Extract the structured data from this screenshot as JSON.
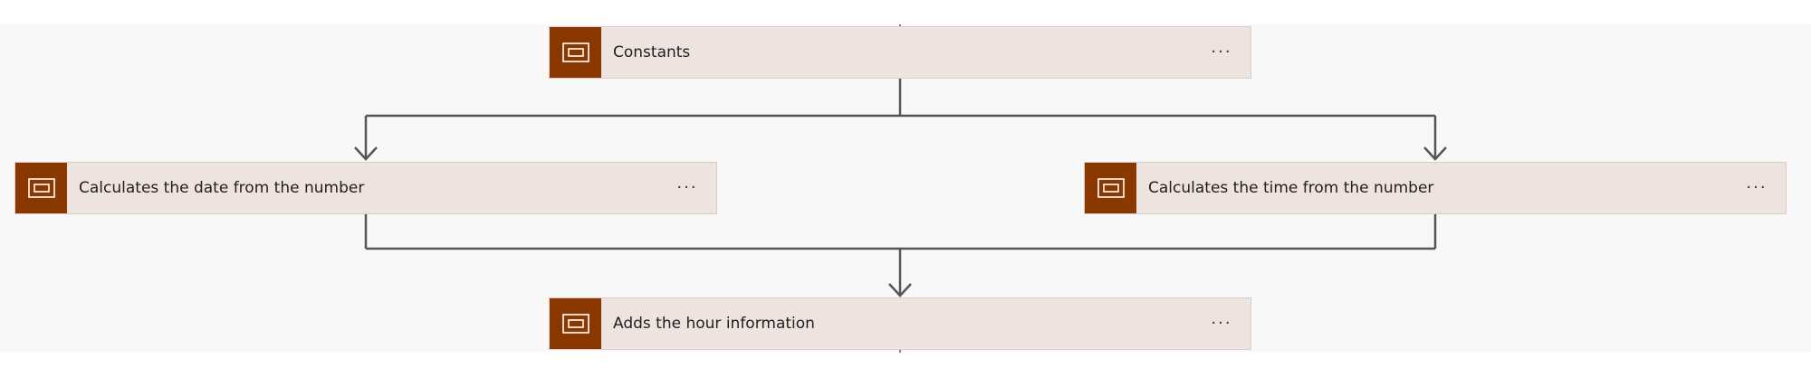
{
  "flow": {
    "steps": [
      {
        "title": "Constants",
        "menu_label": "···",
        "icon": "action-frame-icon"
      },
      {
        "title": "Calculates the date from the number",
        "menu_label": "···",
        "icon": "action-frame-icon"
      },
      {
        "title": "Calculates the time from the number",
        "menu_label": "···",
        "icon": "action-frame-icon"
      },
      {
        "title": "Adds the hour information",
        "menu_label": "···",
        "icon": "action-frame-icon"
      }
    ]
  },
  "colors": {
    "icon_background": "#8a3700",
    "card_background": "#efe3df",
    "connector": "#555555",
    "canvas": "#f8f8f8"
  }
}
